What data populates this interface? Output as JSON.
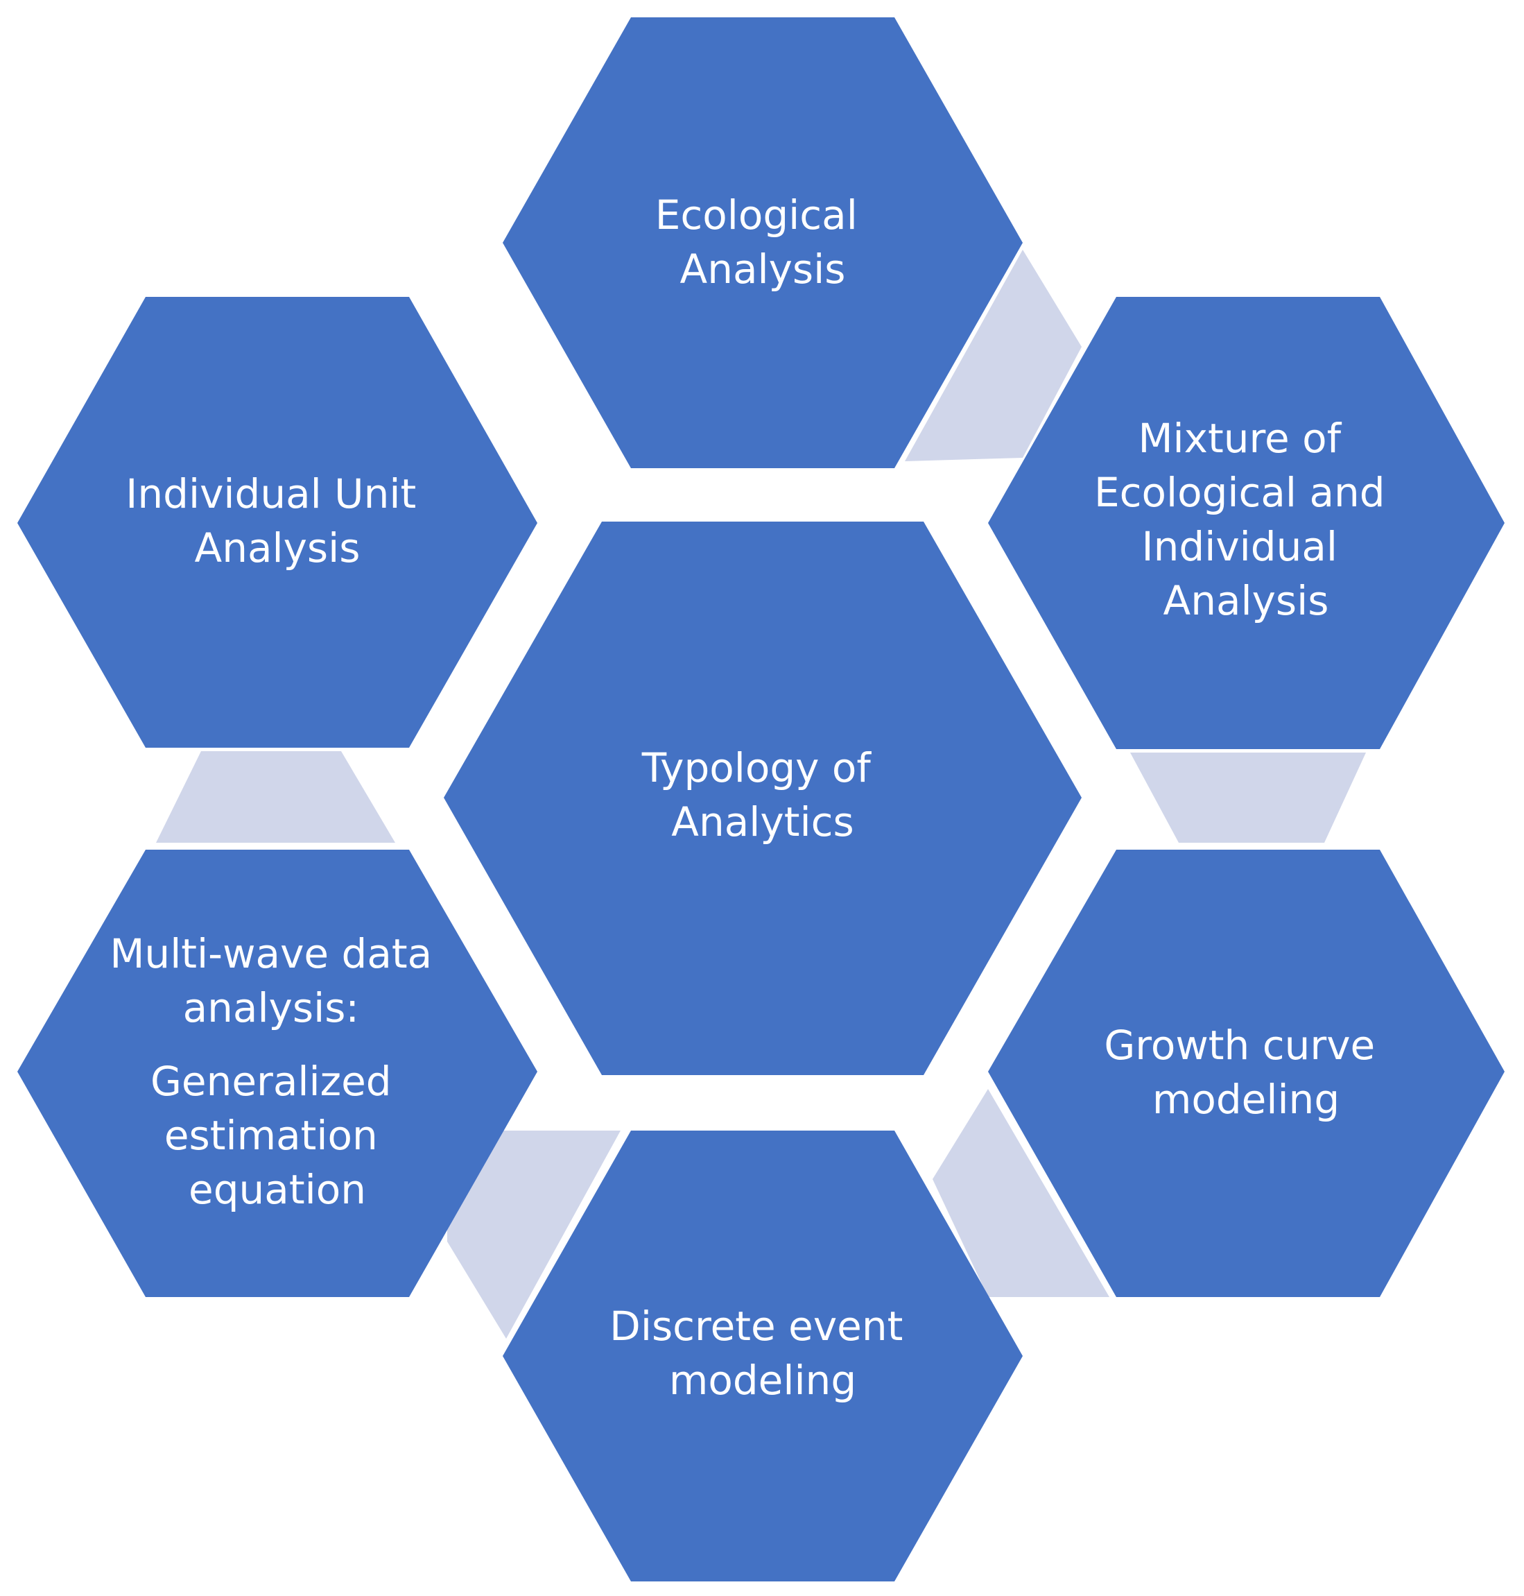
{
  "colors": {
    "hexagon_fill": "#4472c4",
    "connector_fill": "#d0d6ea",
    "text": "#ffffff",
    "background": "#ffffff"
  },
  "center": {
    "lines": [
      "Typology of",
      "Analytics"
    ]
  },
  "nodes": {
    "ecological": {
      "lines": [
        "Ecological",
        "Analysis"
      ]
    },
    "mixture": {
      "lines": [
        "Mixture of",
        "Ecological and",
        "Individual",
        "Analysis"
      ]
    },
    "growth": {
      "lines": [
        "Growth curve",
        "modeling"
      ]
    },
    "discrete": {
      "lines": [
        "Discrete event",
        "modeling"
      ]
    },
    "multiwave": {
      "lines": [
        "Multi-wave data",
        "analysis:",
        "Generalized",
        "estimation",
        "equation"
      ]
    },
    "individual": {
      "lines": [
        "Individual Unit",
        "Analysis"
      ]
    }
  }
}
